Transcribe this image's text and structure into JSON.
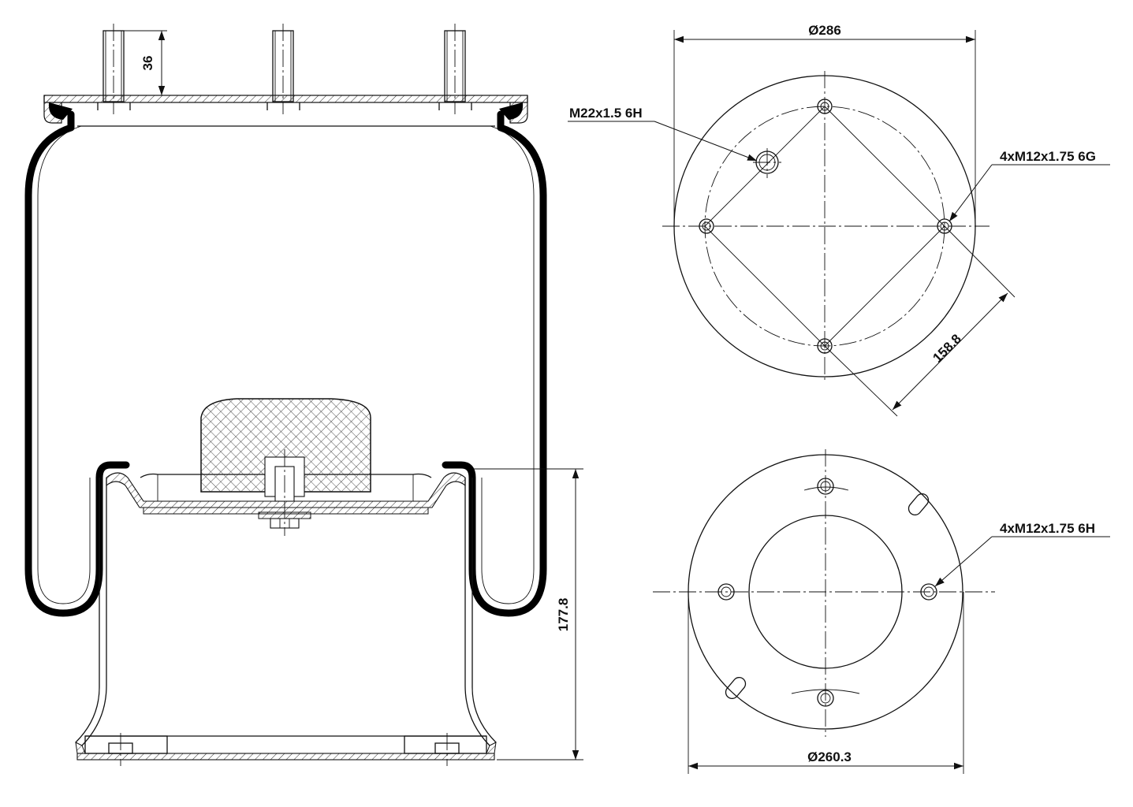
{
  "drawing": {
    "side_view": {
      "stud_height_dim": "36",
      "piston_height_dim": "177.8"
    },
    "top_view": {
      "outer_diameter_dim": "Ø286",
      "center_port_label": "M22x1.5 6H",
      "stud_thread_label": "4xM12x1.75 6G",
      "bolt_circle_dim": "158.8"
    },
    "bottom_view": {
      "thread_label": "4xM12x1.75 6H",
      "diameter_dim": "Ø260.3"
    }
  }
}
